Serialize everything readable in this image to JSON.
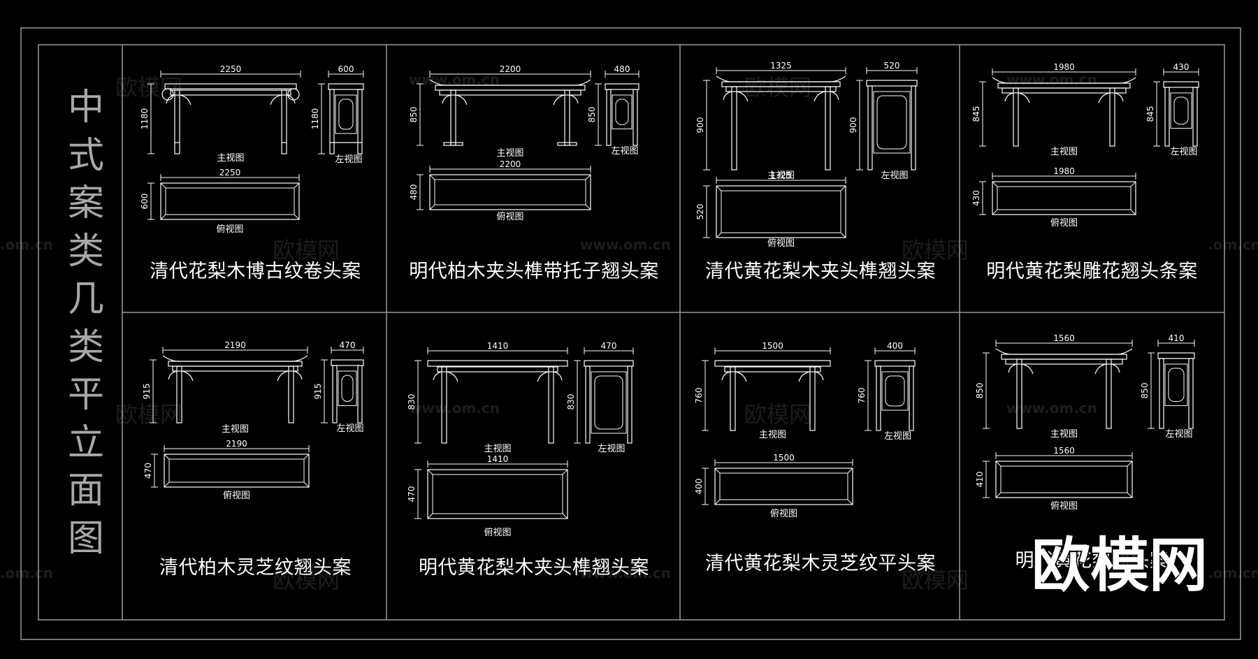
{
  "sheet": {
    "vertical_title": "中式案类几类平立面图",
    "watermark_text": "欧模网",
    "watermark_url": "www.om.cn",
    "watermark_url_short": ".om.cn",
    "logo_watermark": "欧模网"
  },
  "panels": [
    {
      "title": "清代花梨木博古纹卷头案",
      "length": "2250",
      "height": "1180",
      "depth": "600",
      "label_front": "主视图",
      "label_side": "左视图",
      "label_top": "俯视图"
    },
    {
      "title": "明代柏木夹头榫带托子翘头案",
      "length": "2200",
      "height": "850",
      "depth": "480",
      "label_front": "主视图",
      "label_side": "左视图",
      "label_top": "俯视图"
    },
    {
      "title": "清代黄花梨木夹头榫翘头案",
      "length": "1325",
      "height": "900",
      "depth": "520",
      "label_front": "主视图",
      "label_side": "左视图",
      "label_top": "俯视图"
    },
    {
      "title": "明代黄花梨雕花翘头条案",
      "length": "1980",
      "height": "845",
      "depth": "430",
      "label_front": "主视图",
      "label_side": "左视图",
      "label_top": "俯视图"
    },
    {
      "title": "清代柏木灵芝纹翘头案",
      "length": "2190",
      "height": "915",
      "depth": "470",
      "label_front": "主视图",
      "label_side": "左视图",
      "label_top": "俯视图"
    },
    {
      "title": "明代黄花梨木夹头榫翘头案",
      "length": "1410",
      "height": "830",
      "depth": "470",
      "label_front": "主视图",
      "label_side": "左视图",
      "label_top": "俯视图"
    },
    {
      "title": "清代黄花梨木灵芝纹平头案",
      "length": "1500",
      "height": "760",
      "depth": "400",
      "label_front": "主视图",
      "label_side": "左视图",
      "label_top": "俯视图"
    },
    {
      "title": "明代黄花梨翘头案",
      "length": "1560",
      "height": "850",
      "depth": "410",
      "label_front": "主视图",
      "label_side": "左视图",
      "label_top": "俯视图"
    }
  ],
  "colors": {
    "background": "#000000",
    "frame_line": "#9a9a9a",
    "drawing_line": "#ffffff",
    "vertical_title": "#a8a8a8"
  }
}
